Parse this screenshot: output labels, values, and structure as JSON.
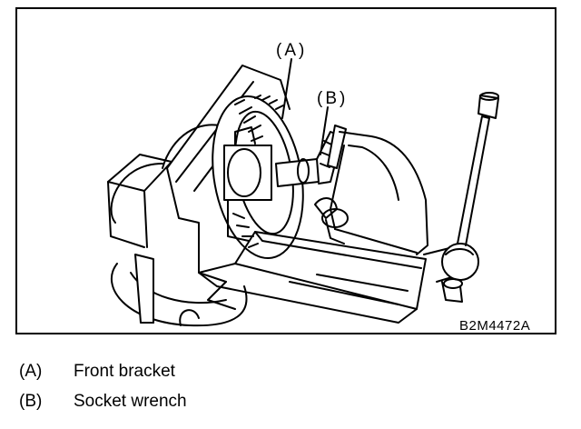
{
  "figure": {
    "callouts": [
      {
        "id": "A",
        "text": "(A)"
      },
      {
        "id": "B",
        "text": "(B)"
      }
    ],
    "figure_code": "B2M4472A"
  },
  "legend": [
    {
      "key": "(A)",
      "label": "Front bracket"
    },
    {
      "key": "(B)",
      "label": "Socket wrench"
    }
  ]
}
